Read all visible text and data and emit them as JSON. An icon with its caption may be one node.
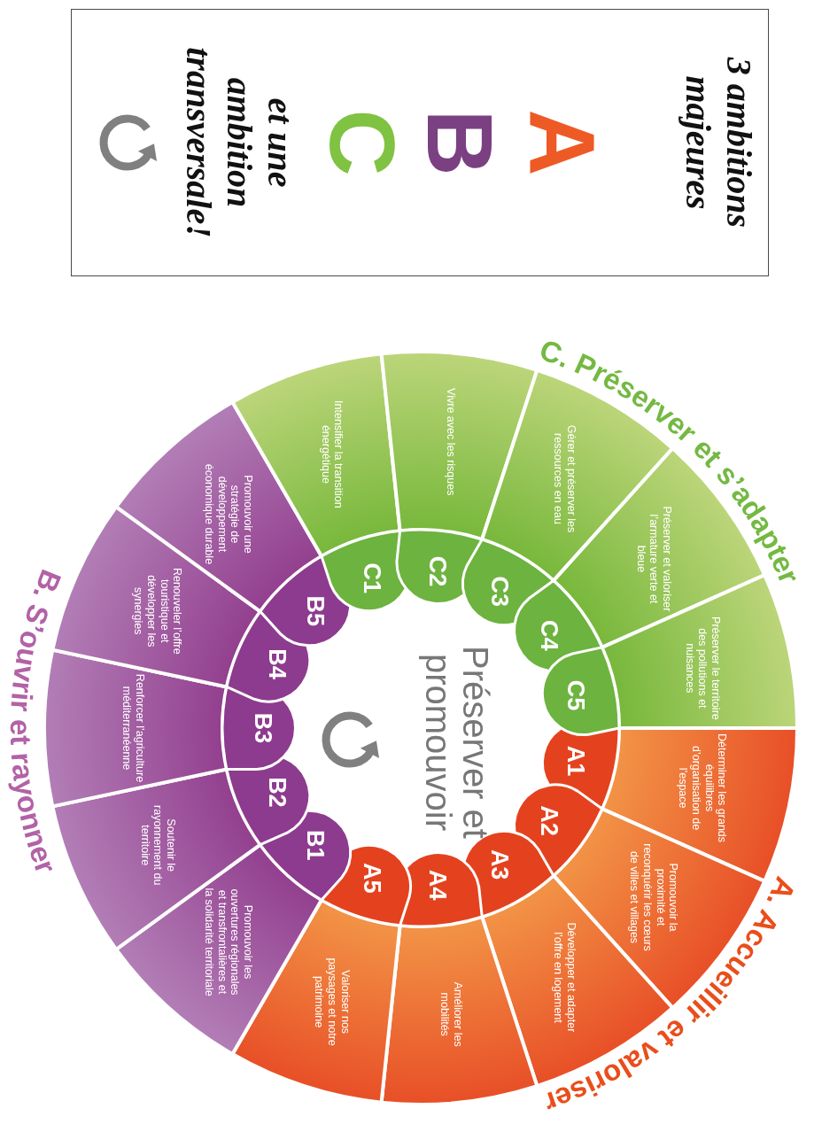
{
  "diagram": {
    "nodes": [
      {
        "text": [
          "3 ambitions majeures",
          "A",
          "B",
          "C",
          "et une ambition transversale!"
        ]
      },
      {
        "text": [
          "A1",
          "Déterminer les grands équilibres d’organisation de l’espace"
        ]
      },
      {
        "text": [
          "A2",
          "Promouvoir la proximité et reconquérir les cœurs de villes et villages"
        ]
      },
      {
        "text": [
          "A3",
          "Développer et adapter l’offre en logement"
        ]
      },
      {
        "text": [
          "A4",
          "Améliorer les mobilités"
        ]
      },
      {
        "text": [
          "A5",
          "Valoriser nos paysages et notre patrimoine"
        ]
      },
      {
        "text": [
          "B1",
          "Promouvoir les ouvertures régionales et transfrontalières et la solidarité territoriale"
        ]
      },
      {
        "text": [
          "B2",
          "Soutenir le rayonnement du territoire"
        ]
      },
      {
        "text": [
          "B3",
          "Renforcer l’agriculture méditerranéenne"
        ]
      },
      {
        "text": [
          "B4",
          "Renouveler l’offre touristique et développer les synergies"
        ]
      },
      {
        "text": [
          "B5",
          "Promouvoir une stratégie de développement économique durable"
        ]
      },
      {
        "text": [
          "C1",
          "Intensifier la transition énergétique"
        ]
      },
      {
        "text": [
          "C2",
          "Vivre avec les risques"
        ]
      },
      {
        "text": [
          "C3",
          "Gérer et préserver les ressources en eau"
        ]
      },
      {
        "text": [
          "C4",
          "Préserver et valoriser l’armature verte et bleue"
        ]
      },
      {
        "text": [
          "C5",
          "Préserver le territoire des pollutions et nuisances"
        ]
      }
    ],
    "labels": [
      "C. Préserver et s’adapter",
      "A. Accueillir et valoriser",
      "B. S’ouvrir et rayonner",
      "Préserver et promouvoir"
    ]
  }
}
